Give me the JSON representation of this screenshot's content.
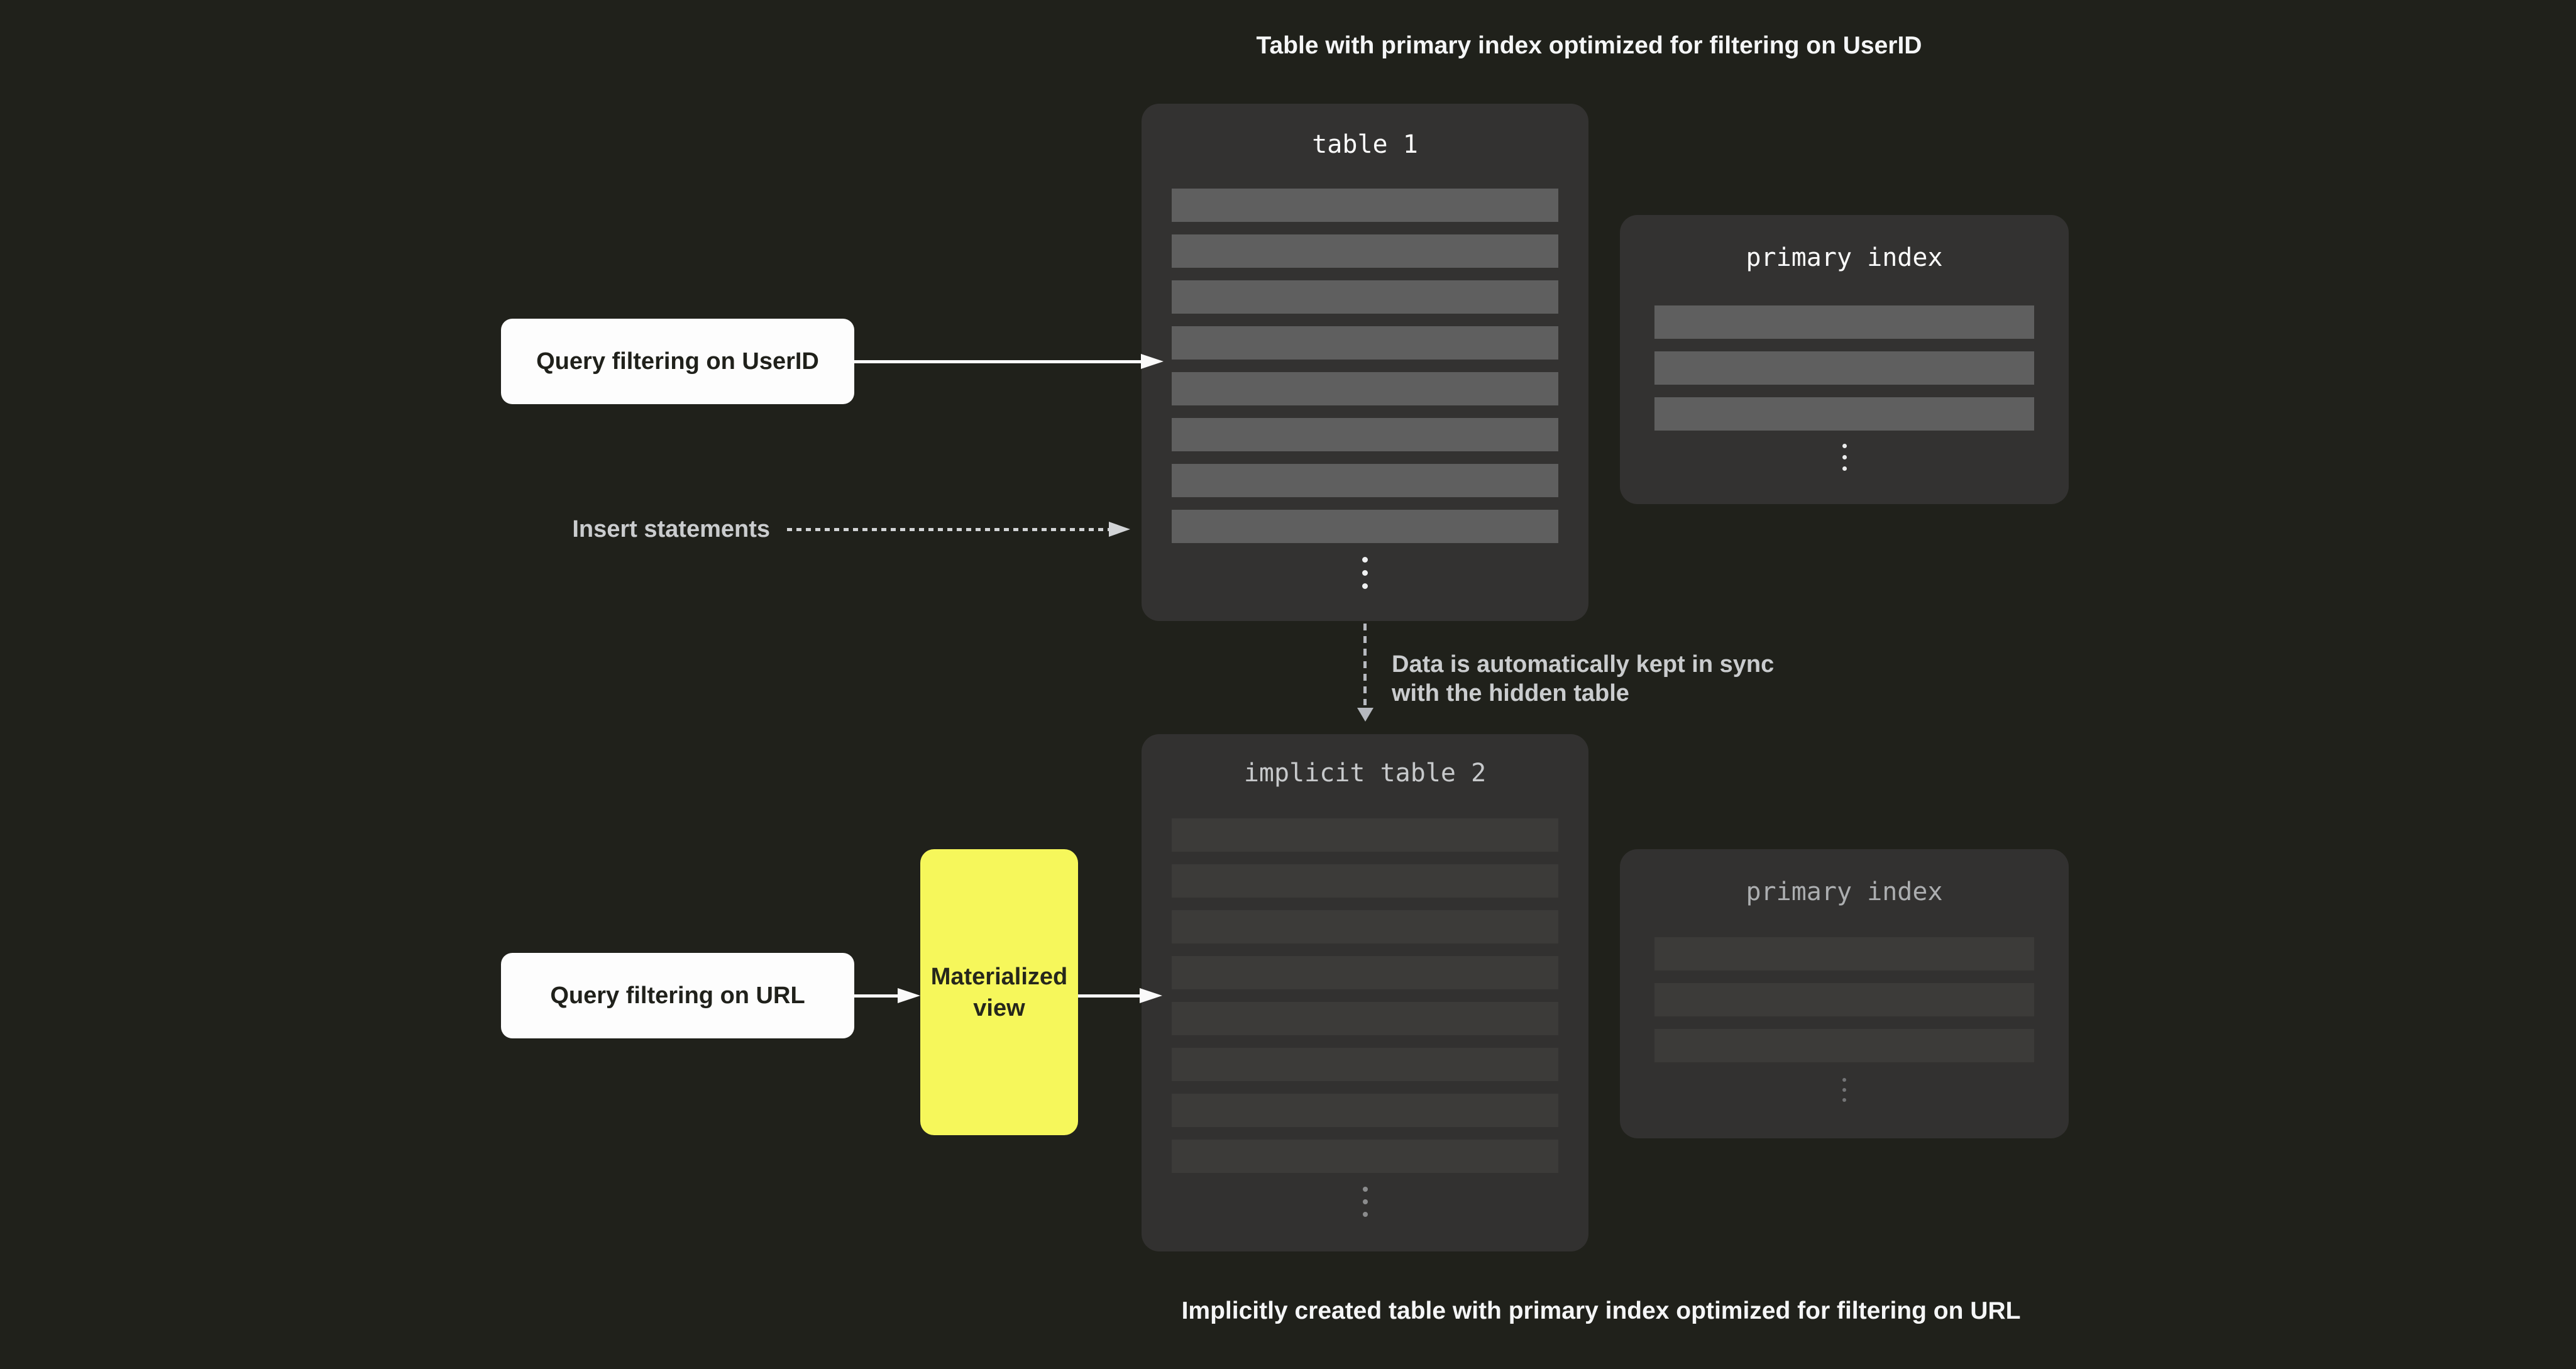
{
  "captions": {
    "top": "Table with primary index optimized for filtering on UserID",
    "bottom": "Implicitly created table with primary index optimized for filtering on URL"
  },
  "table1": {
    "title": "table 1",
    "row_count": 8
  },
  "primary_index_top": {
    "title": "primary index",
    "row_count": 3
  },
  "table2": {
    "title": "implicit table 2",
    "row_count": 8
  },
  "primary_index_bottom": {
    "title": "primary index",
    "row_count": 3
  },
  "cards": {
    "query_userid": "Query filtering on UserID",
    "query_url": "Query filtering on URL",
    "materialized_view": "Materialized view"
  },
  "labels": {
    "insert": "Insert statements",
    "sync_line1": "Data is automatically kept in sync",
    "sync_line2": "with the hidden table"
  },
  "icons": {
    "vertical_ellipsis": "vertical-ellipsis-icon"
  },
  "colors": {
    "background": "#20211b",
    "panel": "#333231",
    "row_light": "#5f5f5f",
    "row_subtle": "#3c3b39",
    "card_white": "#fdfdfd",
    "card_yellow": "#f6f75b",
    "arrow_white": "#fafafa",
    "arrow_gray": "#b6b9bf",
    "label_gray": "#caccce",
    "title_white": "#fafafa",
    "title_gray": "#c7c9cb",
    "title_dim": "#acaeb0"
  }
}
